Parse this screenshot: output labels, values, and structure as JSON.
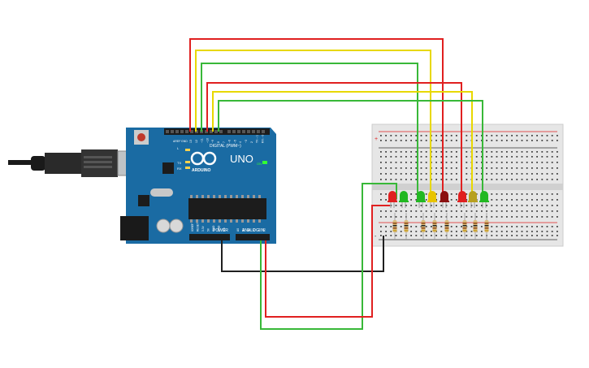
{
  "board": {
    "brand": "ARDUINO",
    "model": "UNO",
    "on_label": "ON",
    "l_label": "L",
    "tx_label": "TX",
    "rx_label": "RX",
    "digital_header": "DIGITAL (PWM~)",
    "power_header": "POWER",
    "analog_header": "ANALOG IN",
    "aref": "AREF",
    "gnd": "GND",
    "digital_pins": [
      "13",
      "12",
      "~11",
      "~10",
      "~9",
      "8",
      "7",
      "~6",
      "~5",
      "4",
      "~3",
      "2",
      "TX→1",
      "RX←0"
    ],
    "power_pins": [
      "IOREF",
      "RESET",
      "3.3V",
      "5V",
      "GND",
      "GND",
      "Vin"
    ],
    "analog_pins": [
      "A0",
      "A1",
      "A2",
      "A3",
      "A4",
      "A5"
    ]
  },
  "breadboard": {
    "rail_plus": "+",
    "rail_minus": "-"
  },
  "leds": [
    {
      "color": "#e02020",
      "name": "red-led-1"
    },
    {
      "color": "#22b822",
      "name": "green-led-1"
    },
    {
      "color": "#22b822",
      "name": "green-led-2"
    },
    {
      "color": "#e8c400",
      "name": "yellow-led-1"
    },
    {
      "color": "#8b1010",
      "name": "dark-red-led-1"
    },
    {
      "color": "#e02020",
      "name": "red-led-2"
    },
    {
      "color": "#b8a020",
      "name": "yellow-led-2"
    },
    {
      "color": "#22b822",
      "name": "green-led-3"
    }
  ],
  "wire_colors": {
    "red": "#e02020",
    "yellow": "#e8d800",
    "green": "#38b838",
    "black": "#202020"
  }
}
